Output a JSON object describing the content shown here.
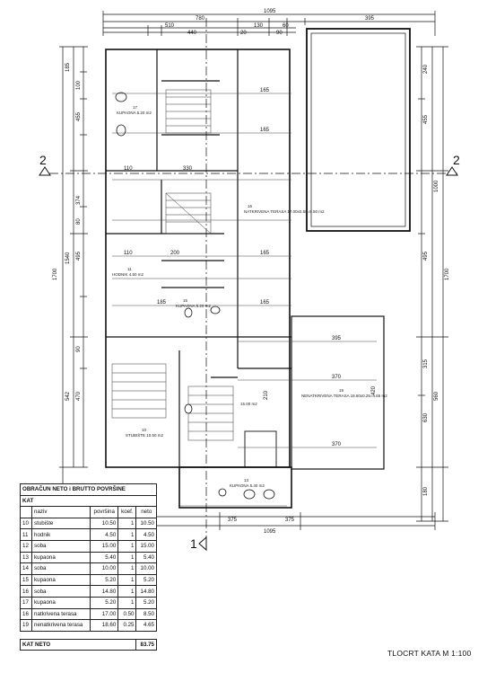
{
  "drawing": {
    "caption": "TLOCRT KATA M 1:100",
    "section_marks": {
      "horizontal": "2",
      "vertical": "1"
    },
    "top_dims": {
      "total": "1095",
      "a": "780",
      "b": "395",
      "c": "510",
      "d": "130",
      "e": "60",
      "f": "440",
      "g": "20",
      "h": "90"
    },
    "bottom_dims": {
      "a": "375",
      "b": "375",
      "total": "1095"
    },
    "left_dims": {
      "total": "1700",
      "a": "1540",
      "b": "455",
      "c": "374",
      "d": "495",
      "e": "542",
      "f": "470",
      "g": "185",
      "h": "166",
      "i": "100",
      "j": "80",
      "k": "90"
    },
    "right_dims": {
      "total": "1700",
      "a": "1000",
      "b": "455",
      "c": "495",
      "d": "560",
      "e": "630",
      "f": "240",
      "g": "315",
      "h": "180"
    },
    "inner_dims": {
      "w110": "110",
      "w165": "165",
      "w330": "330",
      "w200": "200",
      "w185": "185",
      "w370": "370",
      "w395": "395",
      "w420": "420",
      "w210": "210"
    },
    "rooms": [
      {
        "id": "17",
        "label": "KUPAONA 5.20 m2"
      },
      {
        "id": "11",
        "label": "HODNIK 4.50 m2"
      },
      {
        "id": "15",
        "label": "KUPAONA 5.20 m2"
      },
      {
        "id": "16",
        "label": "NATKRIVENA TERASA 17.00x0.50=8.50 m2"
      },
      {
        "id": "19",
        "label": "NENATKRIVENA TERASA 18.60x0.25=4.65 m2"
      },
      {
        "id": "10",
        "label": "STUBIŠTE 10.50 m2"
      },
      {
        "id": "13",
        "label": "KUPAONA 5.40 m2"
      },
      {
        "id": "12",
        "label": "15.00 m2"
      }
    ]
  },
  "table": {
    "title": "OBRAČUN NETO i BRUTTO POVRŠINE",
    "subtitle": "KAT",
    "headers": {
      "name": "naziv",
      "area": "površina",
      "coef": "koef.",
      "net": "neto"
    },
    "rows": [
      {
        "no": "10",
        "name": "stubište",
        "area": "10.50",
        "coef": "1",
        "net": "10.50"
      },
      {
        "no": "11",
        "name": "hodnik",
        "area": "4.50",
        "coef": "1",
        "net": "4.50"
      },
      {
        "no": "12",
        "name": "soba",
        "area": "15.00",
        "coef": "1",
        "net": "15.00"
      },
      {
        "no": "13",
        "name": "kupaona",
        "area": "5.40",
        "coef": "1",
        "net": "5.40"
      },
      {
        "no": "14",
        "name": "soba",
        "area": "10.00",
        "coef": "1",
        "net": "10.00"
      },
      {
        "no": "15",
        "name": "kupaona",
        "area": "5.20",
        "coef": "1",
        "net": "5.20"
      },
      {
        "no": "16",
        "name": "soba",
        "area": "14.80",
        "coef": "1",
        "net": "14.80"
      },
      {
        "no": "17",
        "name": "kupaona",
        "area": "5.20",
        "coef": "1",
        "net": "5.20"
      },
      {
        "no": "16",
        "name": "natkrivena terasa",
        "area": "17.00",
        "coef": "0.50",
        "net": "8.50"
      },
      {
        "no": "19",
        "name": "nenatkrivena terasa",
        "area": "18.60",
        "coef": "0.25",
        "net": "4.65"
      }
    ],
    "total_label": "KAT NETO",
    "total_value": "83.75"
  }
}
